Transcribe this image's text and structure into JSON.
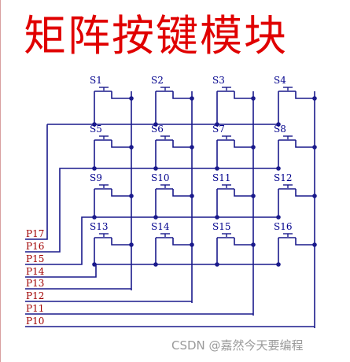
{
  "title": "矩阵按键模块",
  "watermark": "CSDN @嘉然今天要编程",
  "switches": [
    {
      "label": "S1"
    },
    {
      "label": "S2"
    },
    {
      "label": "S3"
    },
    {
      "label": "S4"
    },
    {
      "label": "S5"
    },
    {
      "label": "S6"
    },
    {
      "label": "S7"
    },
    {
      "label": "S8"
    },
    {
      "label": "S9"
    },
    {
      "label": "S10"
    },
    {
      "label": "S11"
    },
    {
      "label": "S12"
    },
    {
      "label": "S13"
    },
    {
      "label": "S14"
    },
    {
      "label": "S15"
    },
    {
      "label": "S16"
    }
  ],
  "ports": [
    {
      "label": "P17"
    },
    {
      "label": "P16"
    },
    {
      "label": "P15"
    },
    {
      "label": "P14"
    },
    {
      "label": "P13"
    },
    {
      "label": "P12"
    },
    {
      "label": "P11"
    },
    {
      "label": "P10"
    }
  ],
  "colors": {
    "title": "#e00000",
    "wire": "#1a1a8c",
    "port_label": "#a00000",
    "switch_label": "#00008c"
  }
}
